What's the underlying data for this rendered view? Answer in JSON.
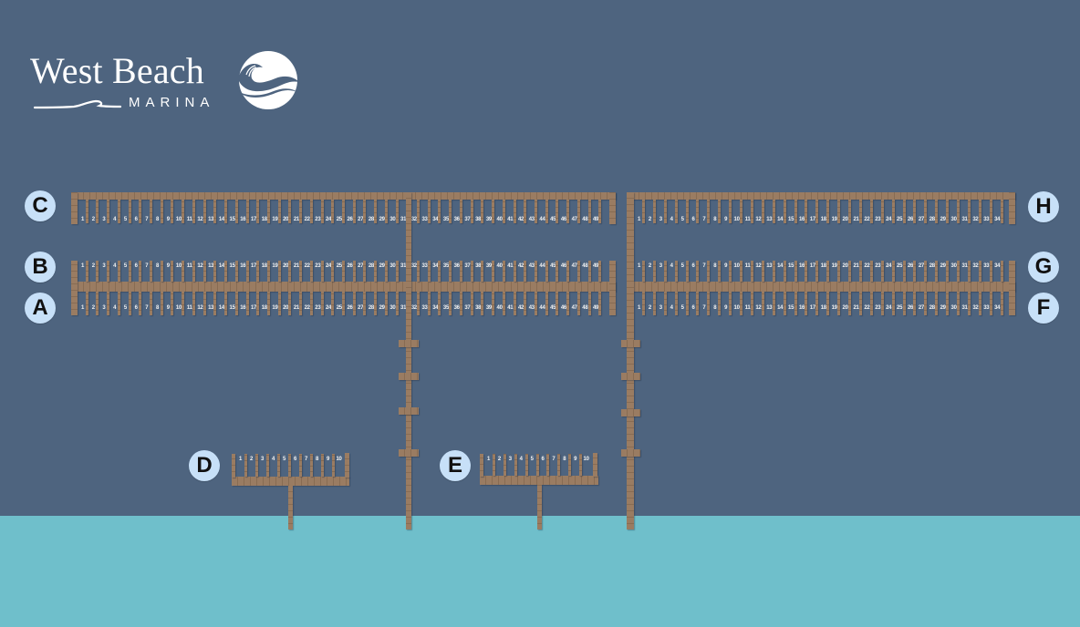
{
  "brand": {
    "name": "West Beach",
    "subtitle": "MARINA",
    "logo_icon": "wave-circle-icon"
  },
  "colors": {
    "land_background": "#4e647f",
    "water": "#6fbfcb",
    "dock_wood": "#9a7c62",
    "badge_fill": "#c7e0f8",
    "badge_text": "#111111",
    "slip_number_text": "#f2f2f2",
    "logo": "#ffffff"
  },
  "docks": [
    {
      "id": "C",
      "label": "C",
      "slip_count": 49,
      "slips": [
        "1",
        "2",
        "3",
        "4",
        "5",
        "6",
        "7",
        "8",
        "9",
        "10",
        "11",
        "12",
        "13",
        "14",
        "15",
        "16",
        "17",
        "18",
        "19",
        "20",
        "21",
        "22",
        "23",
        "24",
        "25",
        "26",
        "27",
        "28",
        "29",
        "30",
        "31",
        "32",
        "33",
        "34",
        "35",
        "36",
        "37",
        "38",
        "39",
        "40",
        "41",
        "42",
        "43",
        "44",
        "45",
        "46",
        "47",
        "48",
        "49"
      ]
    },
    {
      "id": "B",
      "label": "B",
      "slip_count": 49,
      "slips": [
        "1",
        "2",
        "3",
        "4",
        "5",
        "6",
        "7",
        "8",
        "9",
        "10",
        "11",
        "12",
        "13",
        "14",
        "15",
        "16",
        "17",
        "18",
        "19",
        "20",
        "21",
        "22",
        "23",
        "24",
        "25",
        "26",
        "27",
        "28",
        "29",
        "30",
        "31",
        "32",
        "33",
        "34",
        "35",
        "36",
        "37",
        "38",
        "39",
        "40",
        "41",
        "42",
        "43",
        "44",
        "45",
        "46",
        "47",
        "48",
        "49"
      ]
    },
    {
      "id": "A",
      "label": "A",
      "slip_count": 49,
      "slips": [
        "1",
        "2",
        "3",
        "4",
        "5",
        "6",
        "7",
        "8",
        "9",
        "10",
        "11",
        "12",
        "13",
        "14",
        "15",
        "16",
        "17",
        "18",
        "19",
        "20",
        "21",
        "22",
        "23",
        "24",
        "25",
        "26",
        "27",
        "28",
        "29",
        "30",
        "31",
        "32",
        "33",
        "34",
        "35",
        "36",
        "37",
        "38",
        "39",
        "40",
        "41",
        "42",
        "43",
        "44",
        "45",
        "46",
        "47",
        "48",
        "49"
      ]
    },
    {
      "id": "H",
      "label": "H",
      "slip_count": 34,
      "slips": [
        "1",
        "2",
        "3",
        "4",
        "5",
        "6",
        "7",
        "8",
        "9",
        "10",
        "11",
        "12",
        "13",
        "14",
        "15",
        "16",
        "17",
        "18",
        "19",
        "20",
        "21",
        "22",
        "23",
        "24",
        "25",
        "26",
        "27",
        "28",
        "29",
        "30",
        "31",
        "32",
        "33",
        "34"
      ]
    },
    {
      "id": "G",
      "label": "G",
      "slip_count": 34,
      "slips": [
        "1",
        "2",
        "3",
        "4",
        "5",
        "6",
        "7",
        "8",
        "9",
        "10",
        "11",
        "12",
        "13",
        "14",
        "15",
        "16",
        "17",
        "18",
        "19",
        "20",
        "21",
        "22",
        "23",
        "24",
        "25",
        "26",
        "27",
        "28",
        "29",
        "30",
        "31",
        "32",
        "33",
        "34"
      ]
    },
    {
      "id": "F",
      "label": "F",
      "slip_count": 34,
      "slips": [
        "1",
        "2",
        "3",
        "4",
        "5",
        "6",
        "7",
        "8",
        "9",
        "10",
        "11",
        "12",
        "13",
        "14",
        "15",
        "16",
        "17",
        "18",
        "19",
        "20",
        "21",
        "22",
        "23",
        "24",
        "25",
        "26",
        "27",
        "28",
        "29",
        "30",
        "31",
        "32",
        "33",
        "34"
      ]
    },
    {
      "id": "D",
      "label": "D",
      "slip_count": 10,
      "slips": [
        "1",
        "2",
        "3",
        "4",
        "5",
        "6",
        "7",
        "8",
        "9",
        "10"
      ]
    },
    {
      "id": "E",
      "label": "E",
      "slip_count": 10,
      "slips": [
        "1",
        "2",
        "3",
        "4",
        "5",
        "6",
        "7",
        "8",
        "9",
        "10"
      ]
    }
  ]
}
